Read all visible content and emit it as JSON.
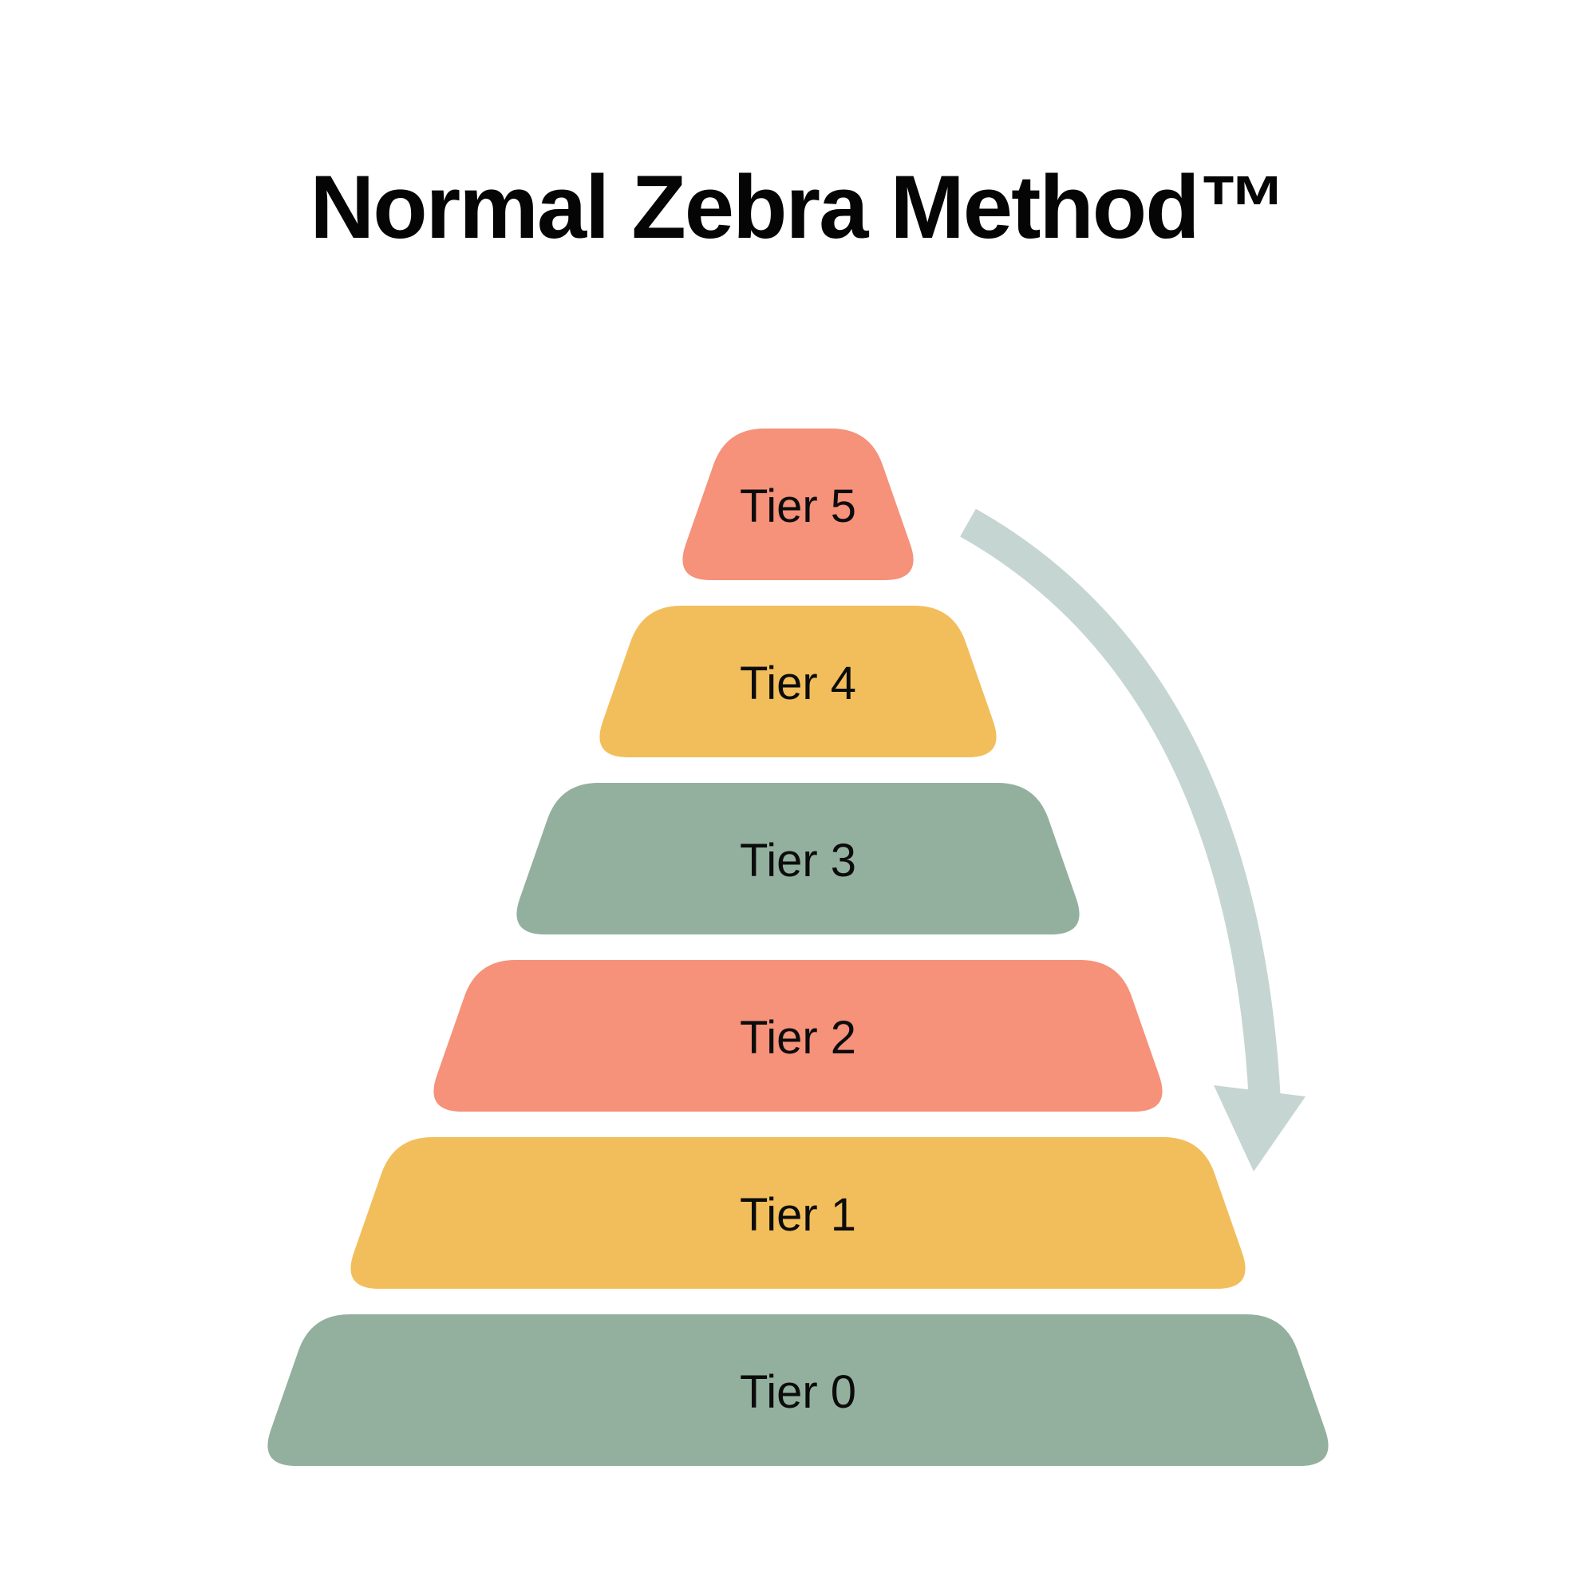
{
  "title": "Normal Zebra Method™",
  "colors": {
    "background": "#FFFFFF",
    "title_text": "#050505",
    "label_text": "#0C0C0C",
    "salmon": "#F6917A",
    "yellow": "#F2BE5B",
    "green": "#93B09E",
    "arrow": "#C5D5D1"
  },
  "chart_data": {
    "type": "pyramid",
    "title": "Normal Zebra Method™",
    "levels_top_to_bottom": [
      {
        "label": "Tier 5",
        "color": "#F6917A"
      },
      {
        "label": "Tier 4",
        "color": "#F2BE5B"
      },
      {
        "label": "Tier 3",
        "color": "#93B09E"
      },
      {
        "label": "Tier 2",
        "color": "#F6917A"
      },
      {
        "label": "Tier 1",
        "color": "#F2BE5B"
      },
      {
        "label": "Tier 0",
        "color": "#93B09E"
      }
    ],
    "annotations": [
      {
        "type": "curved-arrow",
        "from": "Tier 5",
        "to": "Tier 1",
        "side": "right",
        "direction": "downward",
        "color": "#C5D5D1"
      }
    ],
    "legend": "none",
    "background": "#FFFFFF"
  }
}
